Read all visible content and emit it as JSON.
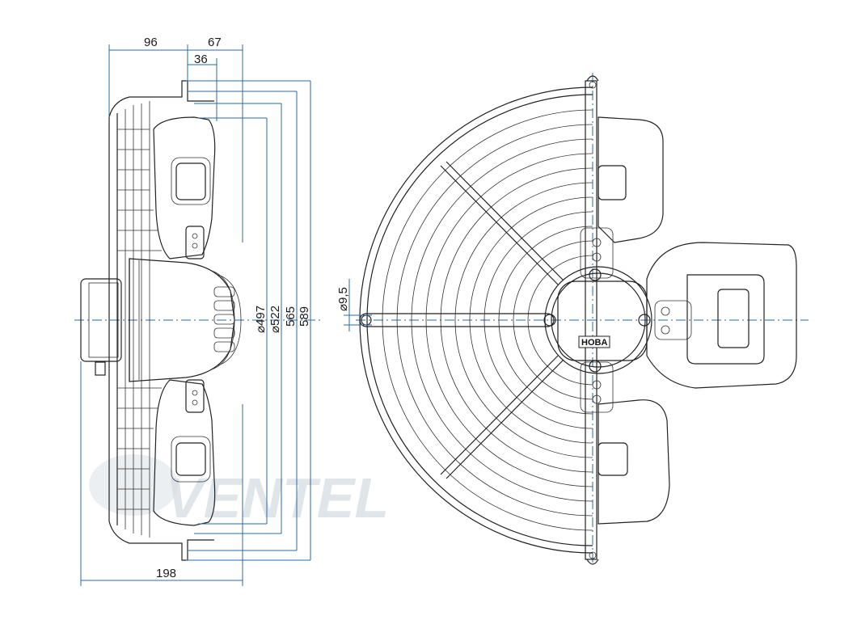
{
  "dimensions": {
    "depth_total": "198",
    "depth_front": "96",
    "depth_rear": "67",
    "depth_offset": "36",
    "dia_497": "⌀497",
    "dia_522": "⌀522",
    "dia_565": "565",
    "dia_589": "589",
    "hole_dia": "⌀9,5"
  },
  "watermark": {
    "brand": "VENTEL"
  },
  "logo": {
    "text": "HOBA"
  },
  "colors": {
    "dimension_line": "#2a6aa8",
    "drawing_line": "#222222",
    "watermark": "#d6dde3"
  }
}
